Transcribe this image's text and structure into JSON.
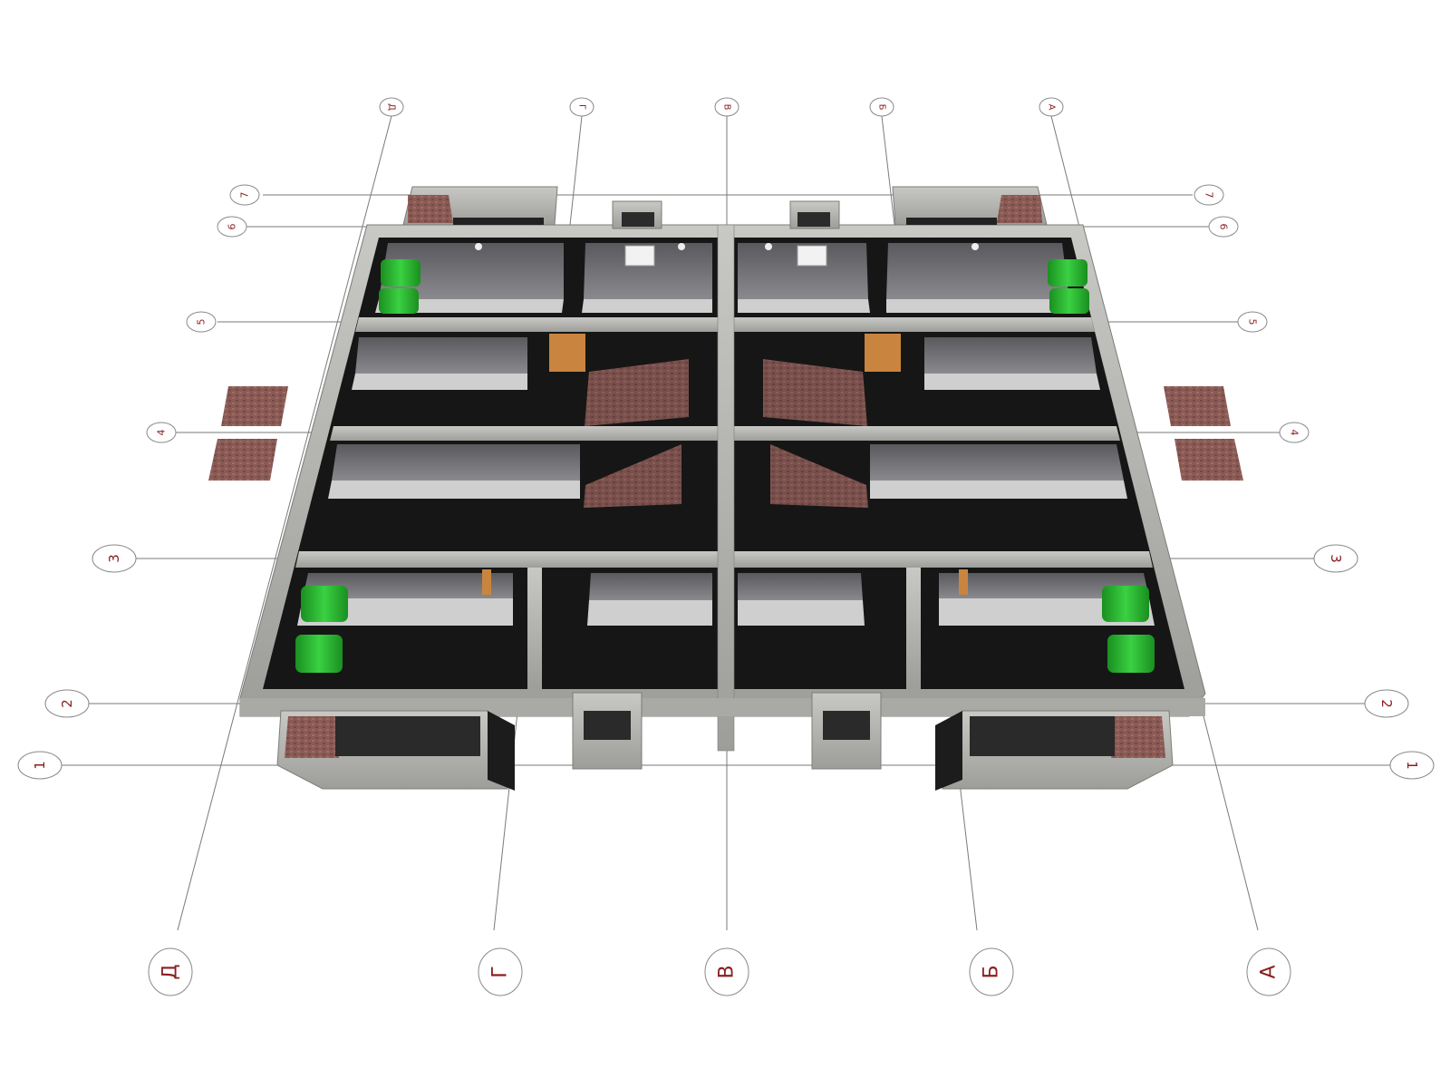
{
  "colors": {
    "axis_line": "#7a7a7a",
    "axis_text": "#8a1f1f",
    "concrete": "#b7b7b3",
    "concrete_dark": "#8f8f8b",
    "floor": "#161616",
    "wall_inner": "#6f6f72",
    "wall_light": "#c9c9c9",
    "boiler": "#27b52e",
    "brick": "#8a5a55",
    "wood": "#c9853f"
  },
  "letter_axes": [
    {
      "id": "D",
      "label": "Д"
    },
    {
      "id": "G",
      "label": "Г"
    },
    {
      "id": "V",
      "label": "В"
    },
    {
      "id": "B",
      "label": "Б"
    },
    {
      "id": "A",
      "label": "А"
    }
  ],
  "number_axes": [
    {
      "id": "7",
      "label": "7"
    },
    {
      "id": "6",
      "label": "6"
    },
    {
      "id": "5",
      "label": "5"
    },
    {
      "id": "4",
      "label": "4"
    },
    {
      "id": "3",
      "label": "3"
    },
    {
      "id": "2",
      "label": "2"
    },
    {
      "id": "1",
      "label": "1"
    }
  ]
}
